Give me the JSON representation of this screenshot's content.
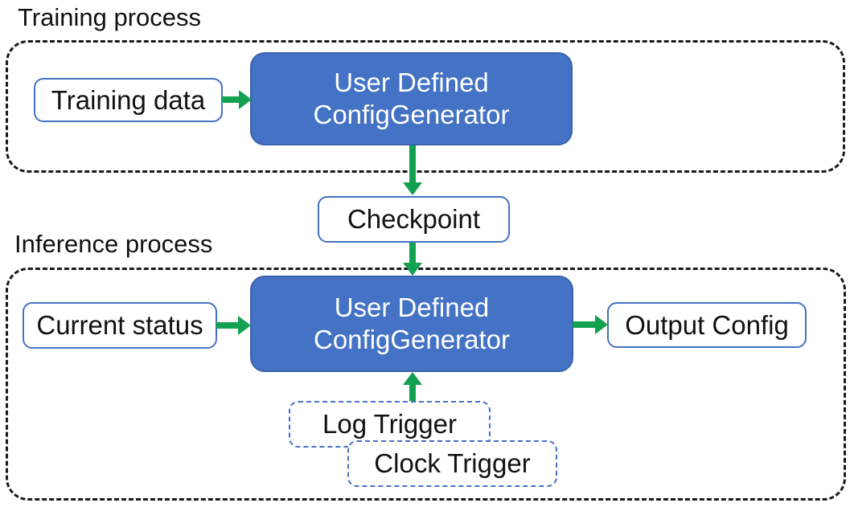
{
  "colors": {
    "node_fill": "#4472C4",
    "node_stroke": "#3A62AD",
    "box_border": "#4472C4",
    "arrow_color": "#12A150",
    "container_border": "#1a1a1a",
    "text_dark": "#111111",
    "text_light": "#FFFFFF"
  },
  "training": {
    "title": "Training process",
    "input_label": "Training data",
    "generator": {
      "line1": "User Defined",
      "line2": "ConfigGenerator"
    }
  },
  "checkpoint_label": "Checkpoint",
  "inference": {
    "title": "Inference process",
    "input_label": "Current status",
    "generator": {
      "line1": "User Defined",
      "line2": "ConfigGenerator"
    },
    "output_label": "Output Config",
    "triggers": {
      "log": "Log Trigger",
      "clock": "Clock Trigger"
    }
  }
}
